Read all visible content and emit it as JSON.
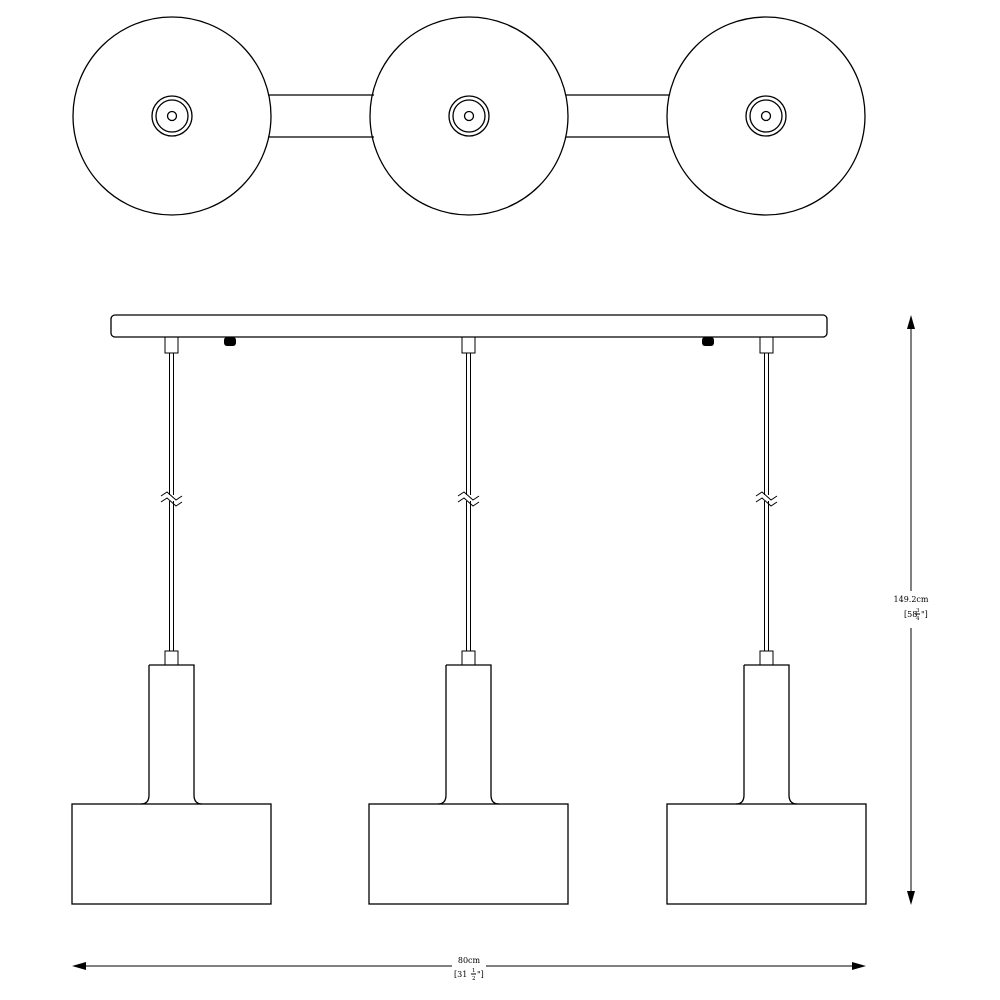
{
  "dimensions": {
    "height": {
      "metric": "149.2cm",
      "imperial_prefix": "[58",
      "imperial_num": "3",
      "imperial_den": "4",
      "imperial_suffix": "\"]"
    },
    "width": {
      "metric": "80cm",
      "imperial_prefix": "[31",
      "imperial_num": "1",
      "imperial_den": "2",
      "imperial_suffix": "\"]"
    }
  },
  "pendant_count": 3,
  "colors": {
    "line": "#000000",
    "background": "#ffffff"
  }
}
